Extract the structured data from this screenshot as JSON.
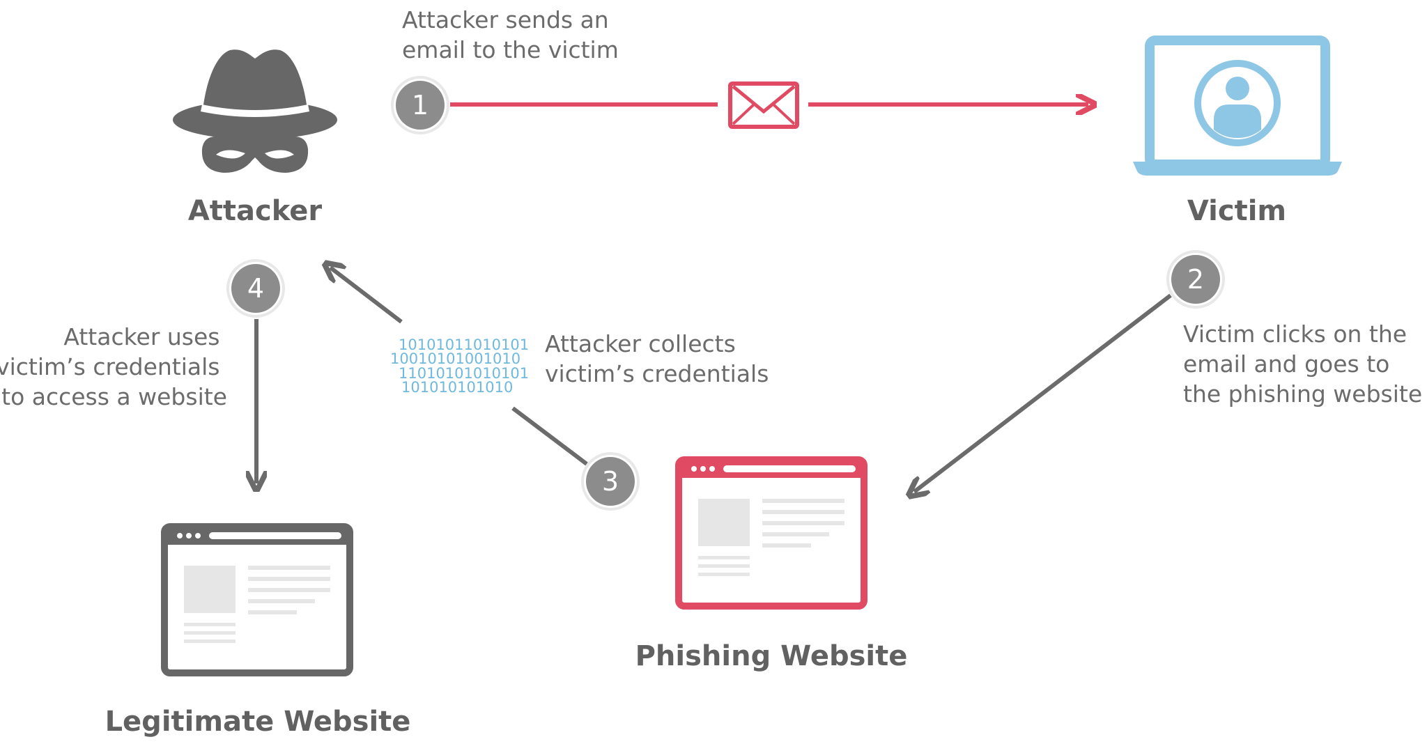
{
  "nodes": {
    "attacker": {
      "label": "Attacker"
    },
    "victim": {
      "label": "Victim"
    },
    "phishing_site": {
      "label": "Phishing Website"
    },
    "legit_site": {
      "label": "Legitimate Website"
    }
  },
  "steps": [
    {
      "number": "1",
      "lines": [
        "Attacker sends an",
        "email to the victim"
      ]
    },
    {
      "number": "2",
      "lines": [
        "Victim clicks on the",
        "email and goes to",
        "the phishing website"
      ]
    },
    {
      "number": "3",
      "lines": [
        "Attacker collects",
        "victim’s credentials"
      ]
    },
    {
      "number": "4",
      "lines": [
        "Attacker uses",
        "victim’s credentials",
        "to access a website"
      ]
    }
  ],
  "binary_lines": [
    "10101011010101",
    "10010101001010",
    "11010101010101",
    "101010101010"
  ],
  "colors": {
    "attacker_gray": "#676767",
    "victim_blue": "#8ec6e6",
    "phishing_red": "#e04a63",
    "text_gray": "#6b6b6b",
    "binary_blue": "#6fb8de",
    "arrow_gray": "#6b6b6b"
  },
  "icons": {
    "attacker": "spy-hat-mask-icon",
    "victim": "laptop-user-icon",
    "email": "envelope-icon",
    "phishing_site": "browser-window-icon",
    "legit_site": "browser-window-icon",
    "credentials": "binary-data-icon"
  }
}
